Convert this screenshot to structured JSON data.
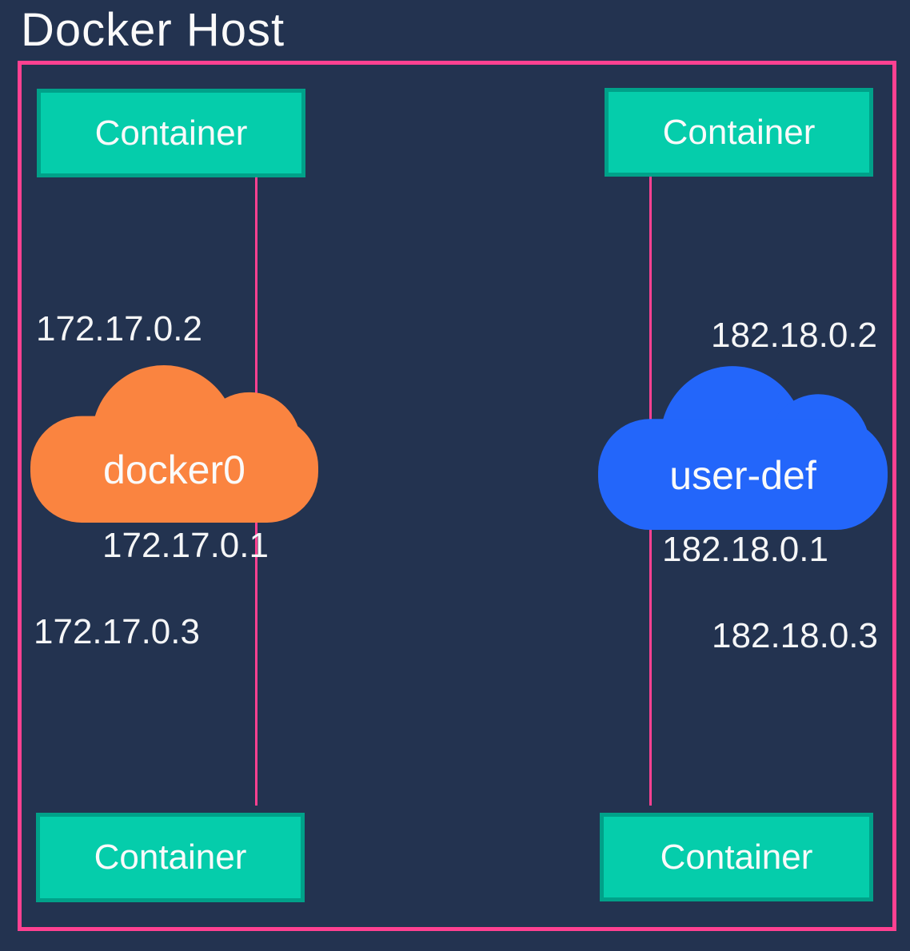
{
  "title": "Docker Host",
  "colors": {
    "background": "#233350",
    "host_border": "#FF4191",
    "connector_line": "#FF4191",
    "container_fill": "#05CDAB",
    "container_border": "#00A189",
    "docker0_cloud": "#FA8440",
    "user_def_cloud": "#2366FA",
    "text": "#FAFAFA"
  },
  "networks": [
    {
      "name": "docker0",
      "icon": "cloud-icon",
      "color": "#FA8440",
      "gateway_ip": "172.17.0.1",
      "containers": [
        {
          "label": "Container",
          "ip": "172.17.0.2",
          "position": "top"
        },
        {
          "label": "Container",
          "ip": "172.17.0.3",
          "position": "bottom"
        }
      ]
    },
    {
      "name": "user-def",
      "icon": "cloud-icon",
      "color": "#2366FA",
      "gateway_ip": "182.18.0.1",
      "containers": [
        {
          "label": "Container",
          "ip": "182.18.0.2",
          "position": "top"
        },
        {
          "label": "Container",
          "ip": "182.18.0.3",
          "position": "bottom"
        }
      ]
    }
  ]
}
